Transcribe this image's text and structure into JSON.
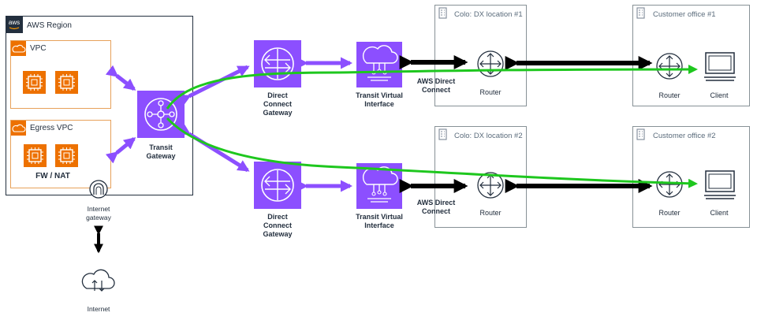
{
  "region": {
    "label": "AWS Region",
    "logo_text": "aws"
  },
  "vpc": {
    "label": "VPC"
  },
  "egress_vpc": {
    "label": "Egress VPC",
    "fw_label": "FW / NAT"
  },
  "transit_gateway": {
    "line1": "Transit",
    "line2": "Gateway"
  },
  "dx_gateway_1": {
    "line1": "Direct",
    "line2": "Connect",
    "line3": "Gateway"
  },
  "dx_gateway_2": {
    "line1": "Direct",
    "line2": "Connect",
    "line3": "Gateway"
  },
  "tvi_1": {
    "line1": "Transit Virtual",
    "line2": "Interface"
  },
  "tvi_2": {
    "line1": "Transit Virtual",
    "line2": "Interface"
  },
  "aws_dx_1": {
    "line1": "AWS Direct",
    "line2": "Connect"
  },
  "aws_dx_2": {
    "line1": "AWS Direct",
    "line2": "Connect"
  },
  "colo_1": {
    "label": "Colo: DX location #1",
    "router_label": "Router"
  },
  "colo_2": {
    "label": "Colo: DX location #2",
    "router_label": "Router"
  },
  "office_1": {
    "label": "Customer office #1",
    "router_label": "Router",
    "client_label": "Client"
  },
  "office_2": {
    "label": "Customer office #2",
    "router_label": "Router",
    "client_label": "Client"
  },
  "igw": {
    "line1": "Internet",
    "line2": "gateway"
  },
  "internet": {
    "label": "Internet"
  },
  "colors": {
    "purple": "#8c4fff",
    "purple_dark": "#6d36c9",
    "orange": "#ed7100",
    "orange_border": "#e7a15a",
    "green_path": "#1ec71e",
    "box_border": "#879196",
    "text": "#232f3e"
  }
}
